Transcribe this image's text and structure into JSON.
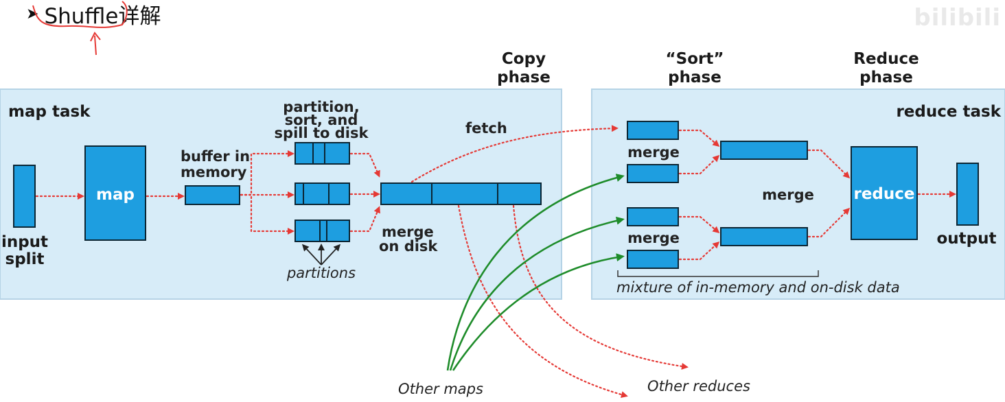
{
  "heading": {
    "bullet": "➤",
    "title": "Shuffle详解"
  },
  "watermark": "bilibili",
  "phases": {
    "copy": [
      "Copy",
      "phase"
    ],
    "sort": [
      "“Sort”",
      "phase"
    ],
    "reduce": [
      "Reduce",
      "phase"
    ]
  },
  "map_side": {
    "title": "map task",
    "input_split": [
      "input",
      "split"
    ],
    "map_box": "map",
    "buffer": [
      "buffer in",
      "memory"
    ],
    "partition_note": [
      "partition,",
      "sort, and",
      "spill to disk"
    ],
    "partitions": "partitions",
    "merge_on_disk": [
      "merge",
      "on disk"
    ],
    "fetch": "fetch"
  },
  "reduce_side": {
    "title": "reduce task",
    "merge_top": "merge",
    "merge_mid": "merge",
    "merge_bottom": "merge",
    "reduce_box": "reduce",
    "output": "output",
    "mixture": "mixture of in-memory and on-disk data"
  },
  "bottom": {
    "other_maps": "Other maps",
    "other_reduces": "Other reduces"
  },
  "colors": {
    "panel": "#d7ecf8",
    "box": "#1e9ee0",
    "box_stroke": "#0b2533",
    "arrow_red": "#e53935",
    "arrow_green": "#1e8c2a",
    "annotation": "#e53935"
  }
}
